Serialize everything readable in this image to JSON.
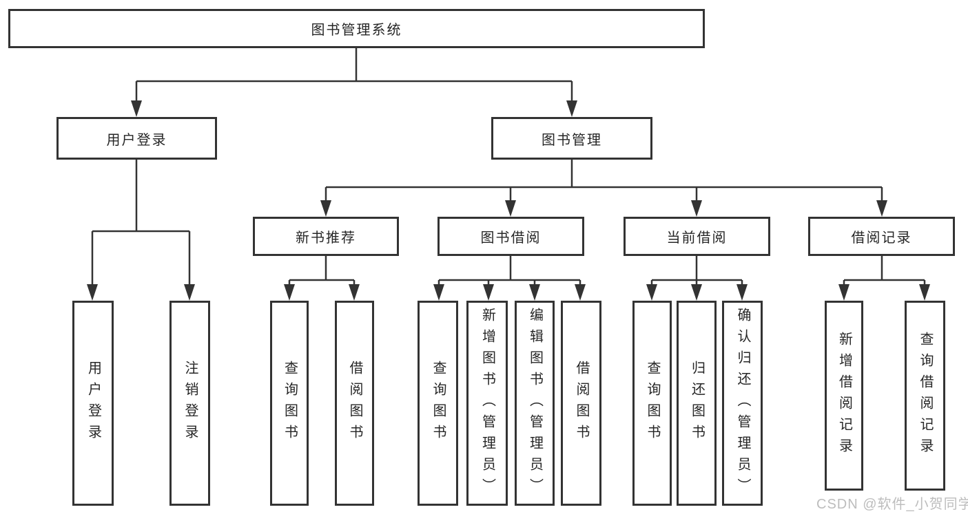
{
  "diagram": {
    "tree": {
      "root": "图书管理系统",
      "children": [
        {
          "label": "用户登录",
          "children": [
            {
              "label": "用户登录"
            },
            {
              "label": "注销登录"
            }
          ]
        },
        {
          "label": "图书管理",
          "children": [
            {
              "label": "新书推荐",
              "children": [
                {
                  "label": "查询图书"
                },
                {
                  "label": "借阅图书"
                }
              ]
            },
            {
              "label": "图书借阅",
              "children": [
                {
                  "label": "查询图书"
                },
                {
                  "label": "新增图书（管理员）"
                },
                {
                  "label": "编辑图书（管理员）"
                },
                {
                  "label": "借阅图书"
                }
              ]
            },
            {
              "label": "当前借阅",
              "children": [
                {
                  "label": "查询图书"
                },
                {
                  "label": "归还图书"
                },
                {
                  "label": "确认归还（管理员）"
                }
              ]
            },
            {
              "label": "借阅记录",
              "children": [
                {
                  "label": "新增借阅记录"
                },
                {
                  "label": "查询借阅记录"
                }
              ]
            }
          ]
        }
      ]
    },
    "colors": {
      "line": "#333333",
      "box_border": "#333333",
      "text": "#262626",
      "background": "#ffffff",
      "watermark": "#b9b9b9"
    }
  },
  "watermark": {
    "text": "CSDN @软件_小贺同学"
  }
}
